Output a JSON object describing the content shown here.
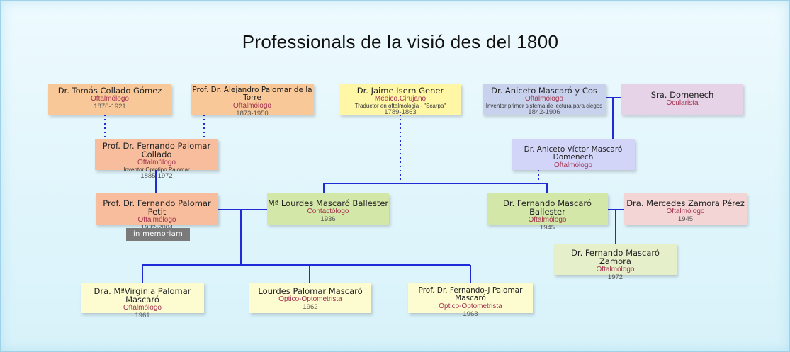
{
  "title": "Professionals de la visió des del 1800",
  "memoriam": "in memoriam",
  "nodes": {
    "tomas": {
      "name": "Dr. Tomás Collado Gómez",
      "role": "Oftalmólogo",
      "note": "",
      "years": "1876-1921"
    },
    "alejandro": {
      "name": "Prof. Dr. Alejandro Palomar de la Torre",
      "role": "Oftalmólogo",
      "note": "",
      "years": "1873-1950"
    },
    "jaime": {
      "name": "Dr. Jaime Isern Gener",
      "role": "Médico.Cirujano",
      "note": "Traductor en oftalmologia - \"Scarpa\"",
      "years": "1789-1863"
    },
    "aniceto": {
      "name": "Dr. Aniceto Mascaró y Cos",
      "role": "Oftalmólogo",
      "note": "Inventor primer sistema de lectura para ciegos",
      "years": "1842-1906"
    },
    "domenech": {
      "name": "Sra. Domenech",
      "role": "Ocularista",
      "note": "",
      "years": ""
    },
    "fpcollado": {
      "name": "Prof. Dr. Fernando Palomar Collado",
      "role": "Oftalmólogo",
      "note": "Inventor Optotipo Palomar",
      "years": "1885-1972"
    },
    "anicetov": {
      "name": "Dr. Aniceto Víctor Mascaró Domenech",
      "role": "Oftalmólogo",
      "note": "",
      "years": ""
    },
    "fppetit": {
      "name": "Prof. Dr. Fernando Palomar Petit",
      "role": "Oftalmólogo",
      "note": "",
      "years": "1932-2004"
    },
    "lourdesm": {
      "name": "Mª Lourdes Mascaró Ballester",
      "role": "Contactólogo",
      "note": "",
      "years": "1936"
    },
    "fmballester": {
      "name": "Dr. Fernando Mascaró Ballester",
      "role": "Oftalmólogo",
      "note": "",
      "years": "1945"
    },
    "mercedes": {
      "name": "Dra. Mercedes Zamora Pérez",
      "role": "Oftalmólogo",
      "note": "",
      "years": "1945"
    },
    "fmzamora": {
      "name": "Dr. Fernando Mascaró Zamora",
      "role": "Oftalmólogo",
      "note": "",
      "years": "1972"
    },
    "virginia": {
      "name": "Dra. MªVirginia Palomar Mascaró",
      "role": "Oftalmólogo",
      "note": "",
      "years": "1961"
    },
    "lourdesp": {
      "name": "Lourdes Palomar Mascaró",
      "role": "Optico-Optometrista",
      "note": "",
      "years": "1962"
    },
    "fjpalomar": {
      "name": "Prof. Dr. Fernando-J Palomar Mascaró",
      "role": "Optico-Optometrista",
      "note": "",
      "years": "1968"
    }
  }
}
